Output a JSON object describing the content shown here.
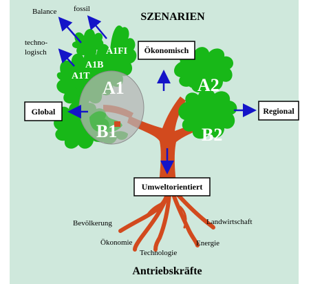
{
  "title": "SZENARIEN",
  "footer": "Antriebskräfte",
  "colors": {
    "background": "#cfe8dc",
    "foliage": "#18b818",
    "trunk": "#d24a1e",
    "arrow": "#1414c8",
    "globe": "#a9a9a9"
  },
  "branch_labels": {
    "balance": "Balance",
    "fossil": "fossil",
    "technologisch_1": "techno-",
    "technologisch_2": "logisch"
  },
  "scenarios": {
    "a1fi": "A1FI",
    "a1b": "A1B",
    "a1t": "A1T",
    "a1": "A1",
    "b1": "B1",
    "a2": "A2",
    "b2": "B2"
  },
  "boxes": {
    "oekonomisch": "Ökonomisch",
    "global": "Global",
    "regional": "Regional",
    "umwelt": "Umweltorientiert"
  },
  "roots": {
    "bevoelkerung": "Bevölkerung",
    "oekonomie": "Ökonomie",
    "technologie": "Technologie",
    "energie": "Energie",
    "landwirtschaft": "Landwirtschaft"
  }
}
